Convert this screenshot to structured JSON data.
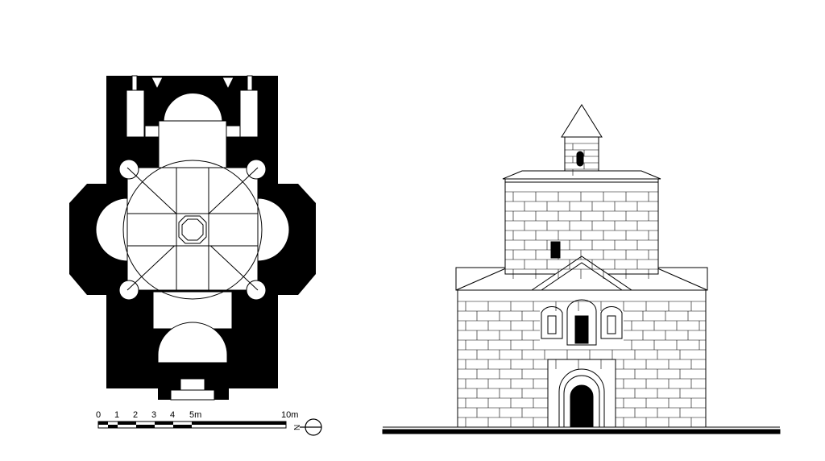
{
  "figure": {
    "left_drawing": "floor-plan",
    "right_drawing": "front-elevation",
    "ink_color": "#000000",
    "paper_color": "#ffffff"
  },
  "scale_bar": {
    "labels": [
      "0",
      "1",
      "2",
      "3",
      "4",
      "5m",
      "10m"
    ]
  },
  "north_arrow": {
    "label": "N"
  }
}
